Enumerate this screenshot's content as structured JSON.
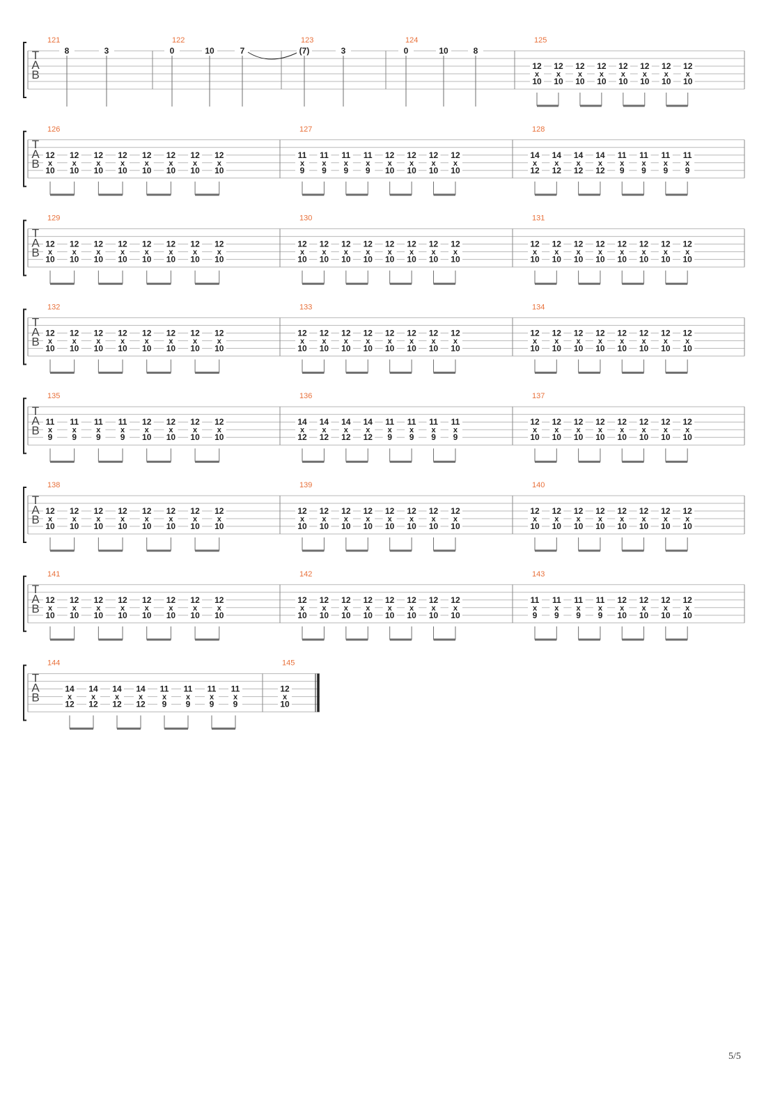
{
  "colors": {
    "measure_number": "#e8703a",
    "staff_line": "#b8b8b8",
    "ink": "#222222",
    "barline": "#888888",
    "beam": "#6e6e6e"
  },
  "clef": [
    "T",
    "A",
    "B"
  ],
  "page_number": "5/5",
  "systems": [
    {
      "measures": [
        {
          "number": "121",
          "notes": [
            {
              "frets": {
                "1": "8"
              }
            },
            {
              "frets": {
                "1": "3"
              }
            }
          ]
        },
        {
          "number": "122",
          "notes": [
            {
              "frets": {
                "1": "0"
              }
            },
            {
              "frets": {
                "1": "10"
              }
            },
            {
              "frets": {
                "1": "7"
              },
              "tie_to_next": true
            }
          ]
        },
        {
          "number": "123",
          "notes": [
            {
              "frets": {
                "1": "(7)"
              }
            },
            {
              "frets": {
                "1": "3"
              }
            }
          ]
        },
        {
          "number": "124",
          "notes": [
            {
              "frets": {
                "1": "0"
              }
            },
            {
              "frets": {
                "1": "10"
              }
            },
            {
              "frets": {
                "1": "8"
              }
            }
          ]
        },
        {
          "number": "125",
          "beamed": true,
          "chords": [
            [
              "12",
              "x",
              "10"
            ],
            [
              "12",
              "x",
              "10"
            ],
            [
              "12",
              "x",
              "10"
            ],
            [
              "12",
              "x",
              "10"
            ],
            [
              "12",
              "x",
              "10"
            ],
            [
              "12",
              "x",
              "10"
            ],
            [
              "12",
              "x",
              "10"
            ],
            [
              "12",
              "x",
              "10"
            ]
          ]
        }
      ]
    },
    {
      "measures": [
        {
          "number": "126",
          "beamed": true,
          "chords": [
            [
              "12",
              "x",
              "10"
            ],
            [
              "12",
              "x",
              "10"
            ],
            [
              "12",
              "x",
              "10"
            ],
            [
              "12",
              "x",
              "10"
            ],
            [
              "12",
              "x",
              "10"
            ],
            [
              "12",
              "x",
              "10"
            ],
            [
              "12",
              "x",
              "10"
            ],
            [
              "12",
              "x",
              "10"
            ]
          ]
        },
        {
          "number": "127",
          "beamed": true,
          "chords": [
            [
              "11",
              "x",
              "9"
            ],
            [
              "11",
              "x",
              "9"
            ],
            [
              "11",
              "x",
              "9"
            ],
            [
              "11",
              "x",
              "9"
            ],
            [
              "12",
              "x",
              "10"
            ],
            [
              "12",
              "x",
              "10"
            ],
            [
              "12",
              "x",
              "10"
            ],
            [
              "12",
              "x",
              "10"
            ]
          ]
        },
        {
          "number": "128",
          "beamed": true,
          "chords": [
            [
              "14",
              "x",
              "12"
            ],
            [
              "14",
              "x",
              "12"
            ],
            [
              "14",
              "x",
              "12"
            ],
            [
              "14",
              "x",
              "12"
            ],
            [
              "11",
              "x",
              "9"
            ],
            [
              "11",
              "x",
              "9"
            ],
            [
              "11",
              "x",
              "9"
            ],
            [
              "11",
              "x",
              "9"
            ]
          ]
        }
      ]
    },
    {
      "measures": [
        {
          "number": "129",
          "beamed": true,
          "chords": [
            [
              "12",
              "x",
              "10"
            ],
            [
              "12",
              "x",
              "10"
            ],
            [
              "12",
              "x",
              "10"
            ],
            [
              "12",
              "x",
              "10"
            ],
            [
              "12",
              "x",
              "10"
            ],
            [
              "12",
              "x",
              "10"
            ],
            [
              "12",
              "x",
              "10"
            ],
            [
              "12",
              "x",
              "10"
            ]
          ]
        },
        {
          "number": "130",
          "beamed": true,
          "chords": [
            [
              "12",
              "x",
              "10"
            ],
            [
              "12",
              "x",
              "10"
            ],
            [
              "12",
              "x",
              "10"
            ],
            [
              "12",
              "x",
              "10"
            ],
            [
              "12",
              "x",
              "10"
            ],
            [
              "12",
              "x",
              "10"
            ],
            [
              "12",
              "x",
              "10"
            ],
            [
              "12",
              "x",
              "10"
            ]
          ]
        },
        {
          "number": "131",
          "beamed": true,
          "chords": [
            [
              "12",
              "x",
              "10"
            ],
            [
              "12",
              "x",
              "10"
            ],
            [
              "12",
              "x",
              "10"
            ],
            [
              "12",
              "x",
              "10"
            ],
            [
              "12",
              "x",
              "10"
            ],
            [
              "12",
              "x",
              "10"
            ],
            [
              "12",
              "x",
              "10"
            ],
            [
              "12",
              "x",
              "10"
            ]
          ]
        }
      ]
    },
    {
      "measures": [
        {
          "number": "132",
          "beamed": true,
          "chords": [
            [
              "12",
              "x",
              "10"
            ],
            [
              "12",
              "x",
              "10"
            ],
            [
              "12",
              "x",
              "10"
            ],
            [
              "12",
              "x",
              "10"
            ],
            [
              "12",
              "x",
              "10"
            ],
            [
              "12",
              "x",
              "10"
            ],
            [
              "12",
              "x",
              "10"
            ],
            [
              "12",
              "x",
              "10"
            ]
          ]
        },
        {
          "number": "133",
          "beamed": true,
          "chords": [
            [
              "12",
              "x",
              "10"
            ],
            [
              "12",
              "x",
              "10"
            ],
            [
              "12",
              "x",
              "10"
            ],
            [
              "12",
              "x",
              "10"
            ],
            [
              "12",
              "x",
              "10"
            ],
            [
              "12",
              "x",
              "10"
            ],
            [
              "12",
              "x",
              "10"
            ],
            [
              "12",
              "x",
              "10"
            ]
          ]
        },
        {
          "number": "134",
          "beamed": true,
          "chords": [
            [
              "12",
              "x",
              "10"
            ],
            [
              "12",
              "x",
              "10"
            ],
            [
              "12",
              "x",
              "10"
            ],
            [
              "12",
              "x",
              "10"
            ],
            [
              "12",
              "x",
              "10"
            ],
            [
              "12",
              "x",
              "10"
            ],
            [
              "12",
              "x",
              "10"
            ],
            [
              "12",
              "x",
              "10"
            ]
          ]
        }
      ]
    },
    {
      "measures": [
        {
          "number": "135",
          "beamed": true,
          "chords": [
            [
              "11",
              "x",
              "9"
            ],
            [
              "11",
              "x",
              "9"
            ],
            [
              "11",
              "x",
              "9"
            ],
            [
              "11",
              "x",
              "9"
            ],
            [
              "12",
              "x",
              "10"
            ],
            [
              "12",
              "x",
              "10"
            ],
            [
              "12",
              "x",
              "10"
            ],
            [
              "12",
              "x",
              "10"
            ]
          ]
        },
        {
          "number": "136",
          "beamed": true,
          "chords": [
            [
              "14",
              "x",
              "12"
            ],
            [
              "14",
              "x",
              "12"
            ],
            [
              "14",
              "x",
              "12"
            ],
            [
              "14",
              "x",
              "12"
            ],
            [
              "11",
              "x",
              "9"
            ],
            [
              "11",
              "x",
              "9"
            ],
            [
              "11",
              "x",
              "9"
            ],
            [
              "11",
              "x",
              "9"
            ]
          ]
        },
        {
          "number": "137",
          "beamed": true,
          "chords": [
            [
              "12",
              "x",
              "10"
            ],
            [
              "12",
              "x",
              "10"
            ],
            [
              "12",
              "x",
              "10"
            ],
            [
              "12",
              "x",
              "10"
            ],
            [
              "12",
              "x",
              "10"
            ],
            [
              "12",
              "x",
              "10"
            ],
            [
              "12",
              "x",
              "10"
            ],
            [
              "12",
              "x",
              "10"
            ]
          ]
        }
      ]
    },
    {
      "measures": [
        {
          "number": "138",
          "beamed": true,
          "chords": [
            [
              "12",
              "x",
              "10"
            ],
            [
              "12",
              "x",
              "10"
            ],
            [
              "12",
              "x",
              "10"
            ],
            [
              "12",
              "x",
              "10"
            ],
            [
              "12",
              "x",
              "10"
            ],
            [
              "12",
              "x",
              "10"
            ],
            [
              "12",
              "x",
              "10"
            ],
            [
              "12",
              "x",
              "10"
            ]
          ]
        },
        {
          "number": "139",
          "beamed": true,
          "chords": [
            [
              "12",
              "x",
              "10"
            ],
            [
              "12",
              "x",
              "10"
            ],
            [
              "12",
              "x",
              "10"
            ],
            [
              "12",
              "x",
              "10"
            ],
            [
              "12",
              "x",
              "10"
            ],
            [
              "12",
              "x",
              "10"
            ],
            [
              "12",
              "x",
              "10"
            ],
            [
              "12",
              "x",
              "10"
            ]
          ]
        },
        {
          "number": "140",
          "beamed": true,
          "chords": [
            [
              "12",
              "x",
              "10"
            ],
            [
              "12",
              "x",
              "10"
            ],
            [
              "12",
              "x",
              "10"
            ],
            [
              "12",
              "x",
              "10"
            ],
            [
              "12",
              "x",
              "10"
            ],
            [
              "12",
              "x",
              "10"
            ],
            [
              "12",
              "x",
              "10"
            ],
            [
              "12",
              "x",
              "10"
            ]
          ]
        }
      ]
    },
    {
      "measures": [
        {
          "number": "141",
          "beamed": true,
          "chords": [
            [
              "12",
              "x",
              "10"
            ],
            [
              "12",
              "x",
              "10"
            ],
            [
              "12",
              "x",
              "10"
            ],
            [
              "12",
              "x",
              "10"
            ],
            [
              "12",
              "x",
              "10"
            ],
            [
              "12",
              "x",
              "10"
            ],
            [
              "12",
              "x",
              "10"
            ],
            [
              "12",
              "x",
              "10"
            ]
          ]
        },
        {
          "number": "142",
          "beamed": true,
          "chords": [
            [
              "12",
              "x",
              "10"
            ],
            [
              "12",
              "x",
              "10"
            ],
            [
              "12",
              "x",
              "10"
            ],
            [
              "12",
              "x",
              "10"
            ],
            [
              "12",
              "x",
              "10"
            ],
            [
              "12",
              "x",
              "10"
            ],
            [
              "12",
              "x",
              "10"
            ],
            [
              "12",
              "x",
              "10"
            ]
          ]
        },
        {
          "number": "143",
          "beamed": true,
          "chords": [
            [
              "11",
              "x",
              "9"
            ],
            [
              "11",
              "x",
              "9"
            ],
            [
              "11",
              "x",
              "9"
            ],
            [
              "11",
              "x",
              "9"
            ],
            [
              "12",
              "x",
              "10"
            ],
            [
              "12",
              "x",
              "10"
            ],
            [
              "12",
              "x",
              "10"
            ],
            [
              "12",
              "x",
              "10"
            ]
          ]
        }
      ]
    },
    {
      "final": true,
      "measures": [
        {
          "number": "144",
          "beamed": true,
          "chords": [
            [
              "14",
              "x",
              "12"
            ],
            [
              "14",
              "x",
              "12"
            ],
            [
              "14",
              "x",
              "12"
            ],
            [
              "14",
              "x",
              "12"
            ],
            [
              "11",
              "x",
              "9"
            ],
            [
              "11",
              "x",
              "9"
            ],
            [
              "11",
              "x",
              "9"
            ],
            [
              "11",
              "x",
              "9"
            ]
          ]
        },
        {
          "number": "145",
          "beamed": false,
          "chords": [
            [
              "12",
              "x",
              "10"
            ]
          ]
        }
      ]
    }
  ]
}
